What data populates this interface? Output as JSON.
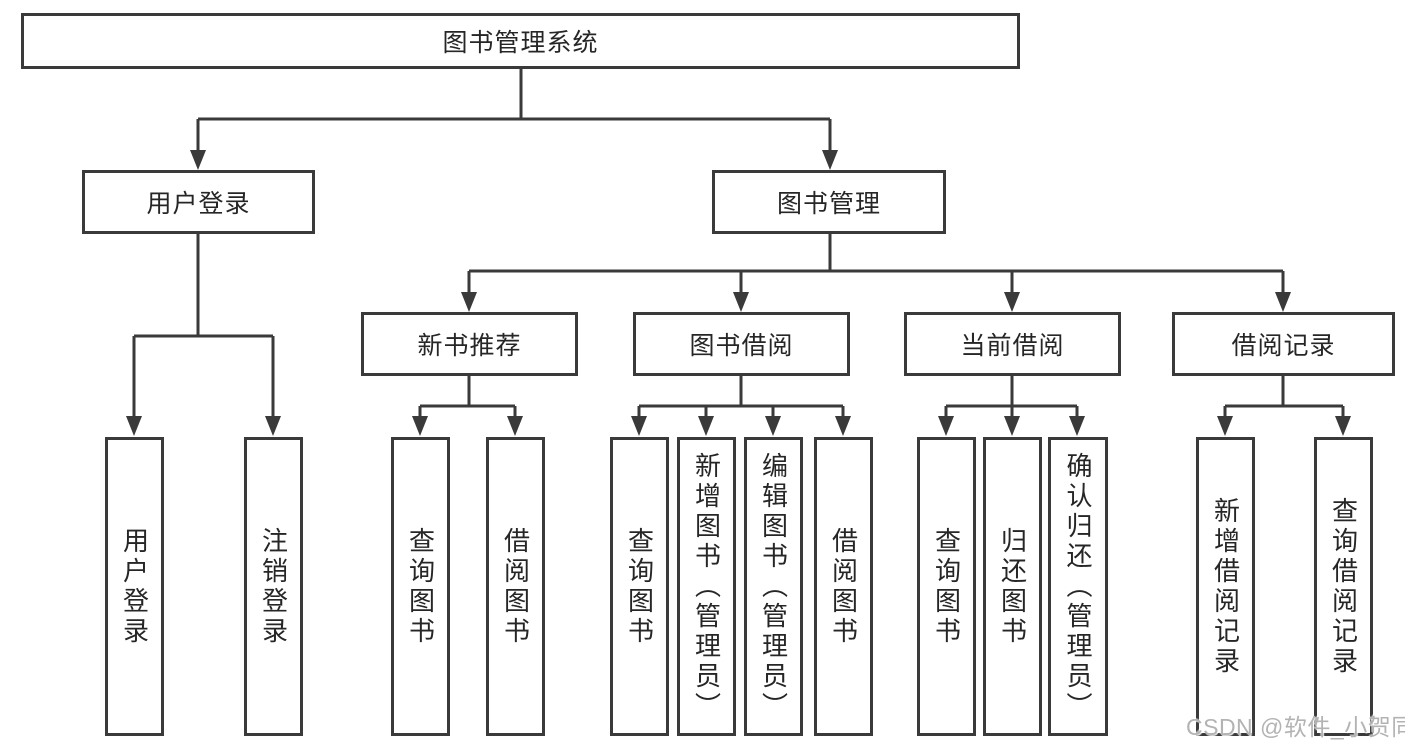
{
  "nodes": {
    "root": "图书管理系统",
    "level2": {
      "user_login": "用户登录",
      "book_management": "图书管理"
    },
    "level3": {
      "new_book_recommend": "新书推荐",
      "book_borrow": "图书借阅",
      "current_borrow": "当前借阅",
      "borrow_records": "借阅记录"
    },
    "leaves": {
      "user_login": [
        "用户登录",
        "注销登录"
      ],
      "new_book_recommend": [
        "查询图书",
        "借阅图书"
      ],
      "book_borrow": [
        "查询图书",
        "新增图书（管理员）",
        "编辑图书（管理员）",
        "借阅图书"
      ],
      "current_borrow": [
        "查询图书",
        "归还图书",
        "确认归还（管理员）"
      ],
      "borrow_records": [
        "新增借阅记录",
        "查询借阅记录"
      ]
    }
  },
  "watermark": "CSDN @软件_小贺同学",
  "colors": {
    "line": "#3a3a3a",
    "text": "#262626",
    "background": "#ffffff",
    "watermark": "#b3b3b3"
  }
}
